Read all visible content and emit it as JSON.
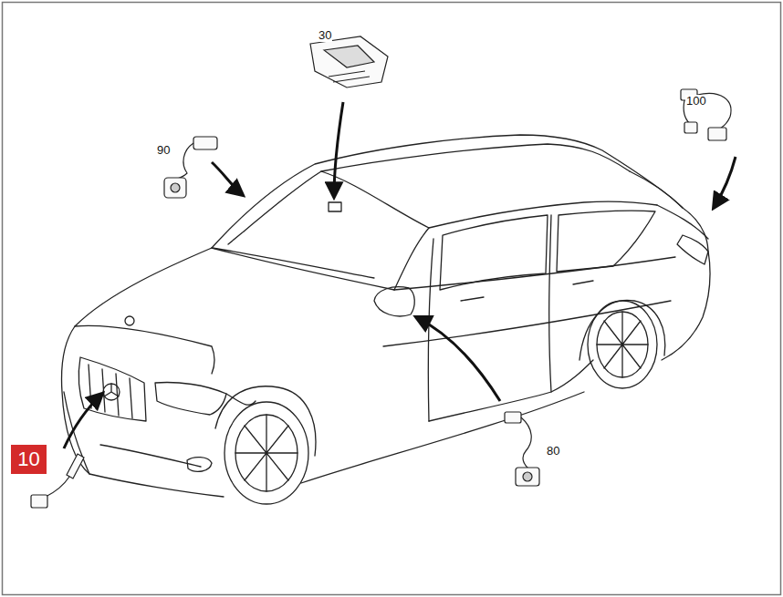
{
  "diagram": {
    "nodes": [
      {
        "text": [
          "10"
        ]
      }
    ],
    "labels": [
      "30",
      "90",
      "100",
      "80"
    ]
  }
}
